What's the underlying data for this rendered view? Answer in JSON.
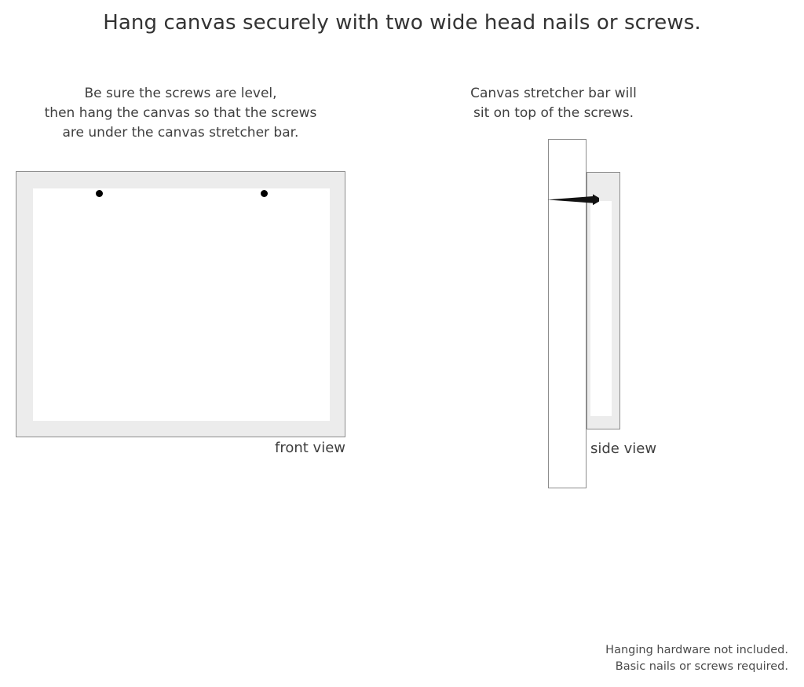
{
  "title": "Hang canvas securely with two wide head nails or screws.",
  "captions": {
    "left": {
      "line1": "Be sure the screws are level,",
      "line2": "then hang the canvas so that the screws",
      "line3": "are under the canvas stretcher bar."
    },
    "right": {
      "line1": "Canvas stretcher bar will",
      "line2": "sit on top of the screws."
    }
  },
  "diagrams": {
    "front": {
      "label": "front view",
      "frame_color": "#ececec",
      "frame_border_color": "#8d8d8d",
      "inner_color": "#ffffff",
      "screw_marker_color": "#000000",
      "screw_count": 2
    },
    "side": {
      "label": "side view",
      "wall_color": "#ffffff",
      "wall_border_color": "#8d8d8d",
      "canvas_color": "#ececec",
      "canvas_inner_color": "#ffffff",
      "screw_color": "#111111"
    }
  },
  "footer": {
    "line1": "Hanging hardware not included.",
    "line2": "Basic nails or screws required."
  }
}
